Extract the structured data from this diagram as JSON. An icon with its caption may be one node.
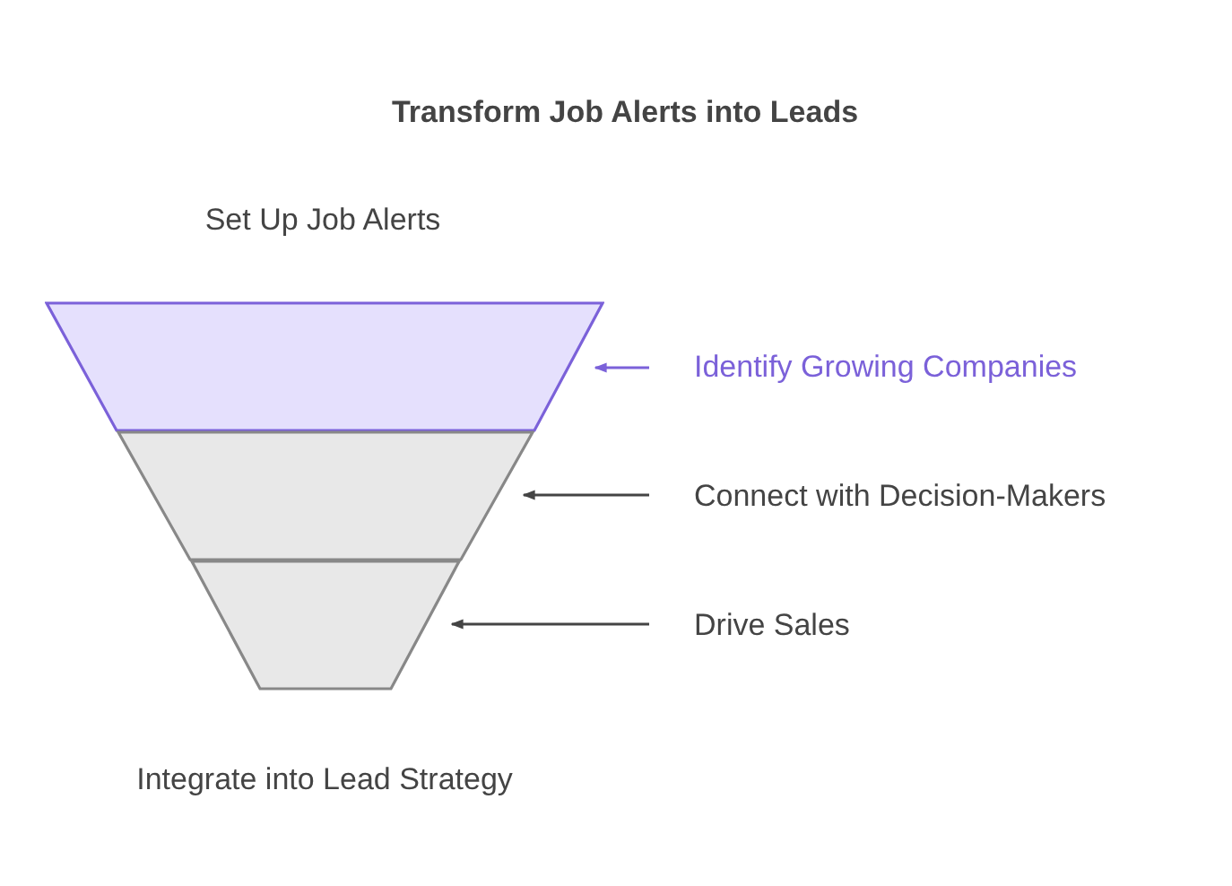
{
  "diagram": {
    "title": "Transform Job Alerts into Leads",
    "nodes": [
      {
        "text": [],
        "shape": "trapezoid"
      },
      {
        "text": [],
        "shape": "trapezoid"
      },
      {
        "text": [],
        "shape": "trapezoid"
      },
      {
        "text": [
          "Identify Growing Companies"
        ]
      },
      {
        "text": [
          "Connect with Decision-Makers"
        ]
      },
      {
        "text": [
          "Drive Sales"
        ]
      }
    ],
    "edges": [
      {
        "from": 3,
        "to": 0,
        "arrow": "to",
        "color": "#7b61d9"
      },
      {
        "from": 4,
        "to": 1,
        "arrow": "to"
      },
      {
        "from": 5,
        "to": 2,
        "arrow": "to"
      }
    ],
    "labels": [
      "Set Up Job Alerts",
      "Integrate into Lead Strategy"
    ]
  }
}
